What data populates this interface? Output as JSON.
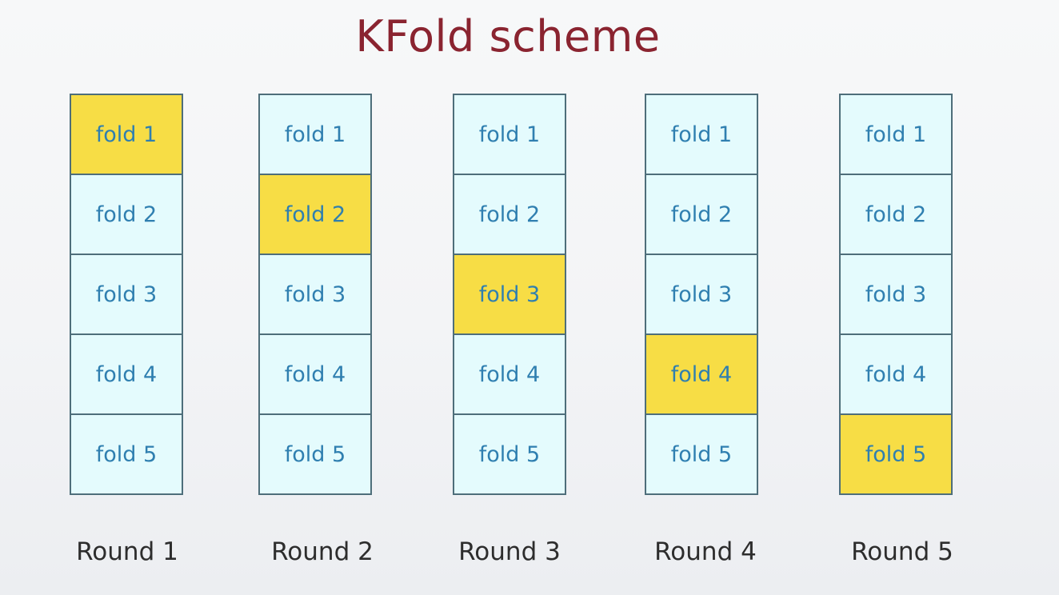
{
  "title": "KFold scheme",
  "colors": {
    "title": "#8a2430",
    "fold_fill": "#e4fbfd",
    "highlight_fill": "#f7dd45",
    "fold_text": "#2f7fb0",
    "border": "#4e6e7a"
  },
  "fold_labels": [
    "fold 1",
    "fold 2",
    "fold 3",
    "fold 4",
    "fold 5"
  ],
  "rounds": [
    {
      "label": "Round 1",
      "highlighted_fold": 1
    },
    {
      "label": "Round 2",
      "highlighted_fold": 2
    },
    {
      "label": "Round 3",
      "highlighted_fold": 3
    },
    {
      "label": "Round 4",
      "highlighted_fold": 4
    },
    {
      "label": "Round 5",
      "highlighted_fold": 5
    }
  ]
}
